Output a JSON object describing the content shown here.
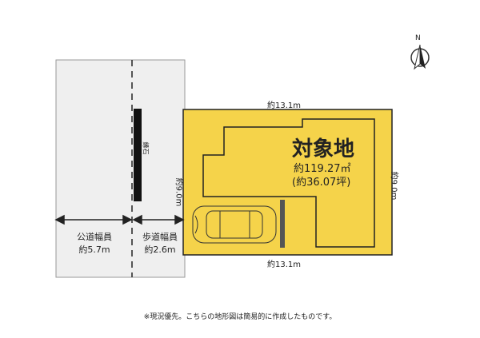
{
  "compass": {
    "label": "N"
  },
  "lot": {
    "title": "対象地",
    "area_sqm": "約119.27㎡",
    "area_tsubo": "(約36.07坪)",
    "top_width": "約13.1m",
    "bottom_width": "約13.1m",
    "left_depth": "約9.0m",
    "right_depth": "約9.0m"
  },
  "road": {
    "curb_label": "縁石",
    "public_road_label": "公道幅員",
    "public_road_width": "約5.7m",
    "sidewalk_label": "歩道幅員",
    "sidewalk_width": "約2.6m"
  },
  "colors": {
    "lot": "#f5d34a",
    "road": "#efefef"
  },
  "footnote": "※現況優先。こちらの地形図は簡易的に作成したものです。"
}
